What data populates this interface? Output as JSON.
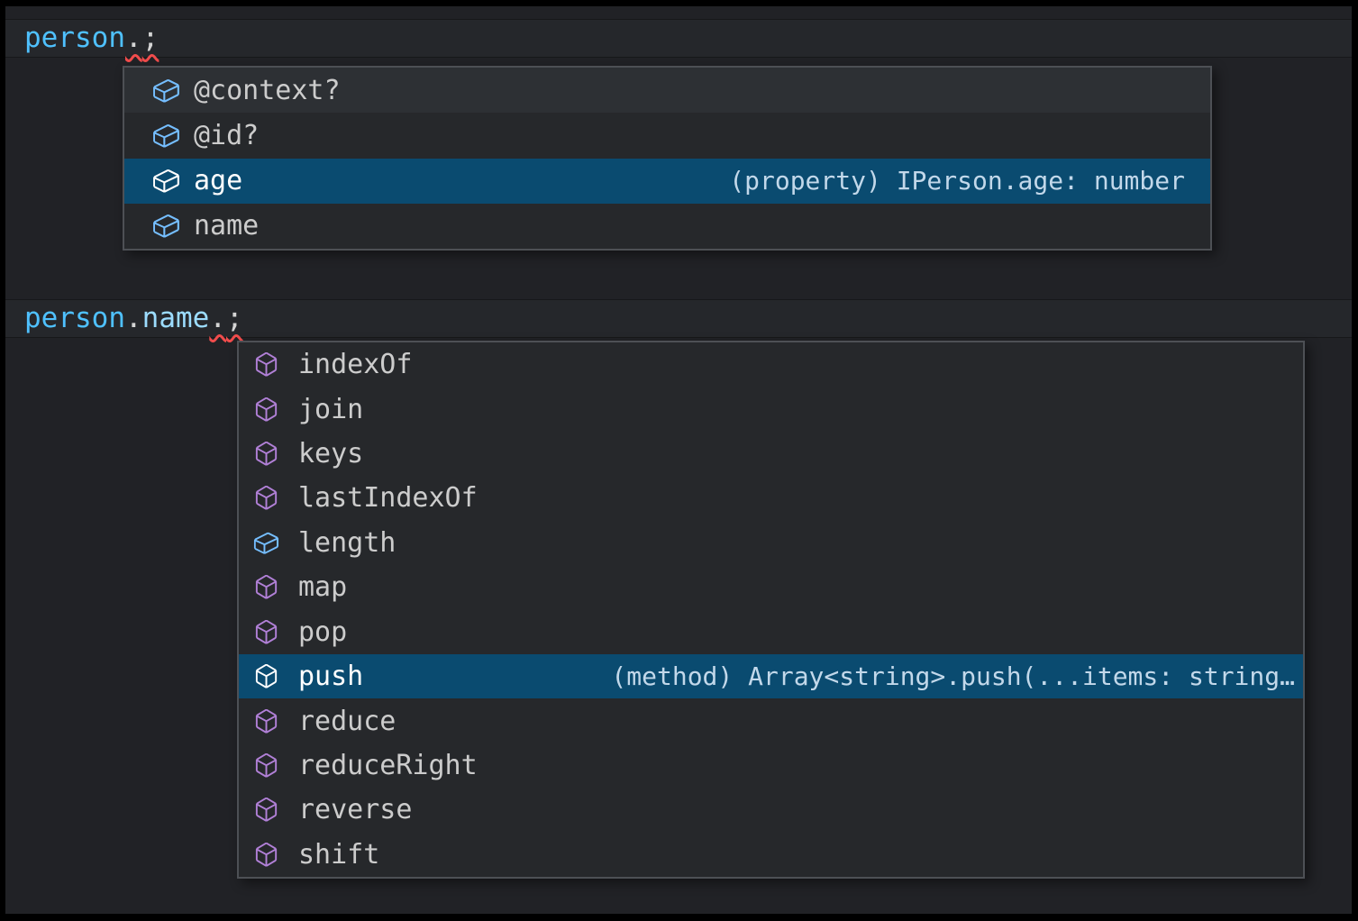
{
  "colors": {
    "selection_bg": "#0a4b70",
    "icon_field": "#75beff",
    "icon_method": "#b180d7",
    "error_squiggle": "#f14c4c",
    "token_variable": "#4fc1ff",
    "token_property": "#9cdcfe",
    "token_punctuation": "#d4d4d4"
  },
  "code_lines": [
    {
      "tokens": [
        {
          "text": "person",
          "type": "var",
          "error": false
        },
        {
          "text": ".",
          "type": "punct",
          "error": true
        },
        {
          "text": ";",
          "type": "punct",
          "error": true
        }
      ]
    },
    {
      "tokens": [
        {
          "text": "person",
          "type": "var",
          "error": false
        },
        {
          "text": ".",
          "type": "punct",
          "error": false
        },
        {
          "text": "name",
          "type": "prop",
          "error": false
        },
        {
          "text": ".",
          "type": "punct",
          "error": true
        },
        {
          "text": ";",
          "type": "punct",
          "error": true
        }
      ]
    }
  ],
  "suggest_widgets": [
    {
      "items": [
        {
          "label": "@context?",
          "kind": "field",
          "hovered": true,
          "selected": false,
          "detail": ""
        },
        {
          "label": "@id?",
          "kind": "field",
          "hovered": false,
          "selected": false,
          "detail": ""
        },
        {
          "label": "age",
          "kind": "field",
          "hovered": false,
          "selected": true,
          "detail": "(property) IPerson.age: number"
        },
        {
          "label": "name",
          "kind": "field",
          "hovered": false,
          "selected": false,
          "detail": ""
        }
      ]
    },
    {
      "items": [
        {
          "label": "indexOf",
          "kind": "method",
          "hovered": false,
          "selected": false,
          "detail": ""
        },
        {
          "label": "join",
          "kind": "method",
          "hovered": false,
          "selected": false,
          "detail": ""
        },
        {
          "label": "keys",
          "kind": "method",
          "hovered": false,
          "selected": false,
          "detail": ""
        },
        {
          "label": "lastIndexOf",
          "kind": "method",
          "hovered": false,
          "selected": false,
          "detail": ""
        },
        {
          "label": "length",
          "kind": "field",
          "hovered": false,
          "selected": false,
          "detail": ""
        },
        {
          "label": "map",
          "kind": "method",
          "hovered": false,
          "selected": false,
          "detail": ""
        },
        {
          "label": "pop",
          "kind": "method",
          "hovered": false,
          "selected": false,
          "detail": ""
        },
        {
          "label": "push",
          "kind": "method",
          "hovered": false,
          "selected": true,
          "detail": "(method) Array<string>.push(...items: string…"
        },
        {
          "label": "reduce",
          "kind": "method",
          "hovered": false,
          "selected": false,
          "detail": ""
        },
        {
          "label": "reduceRight",
          "kind": "method",
          "hovered": false,
          "selected": false,
          "detail": ""
        },
        {
          "label": "reverse",
          "kind": "method",
          "hovered": false,
          "selected": false,
          "detail": ""
        },
        {
          "label": "shift",
          "kind": "method",
          "hovered": false,
          "selected": false,
          "detail": ""
        }
      ]
    }
  ]
}
